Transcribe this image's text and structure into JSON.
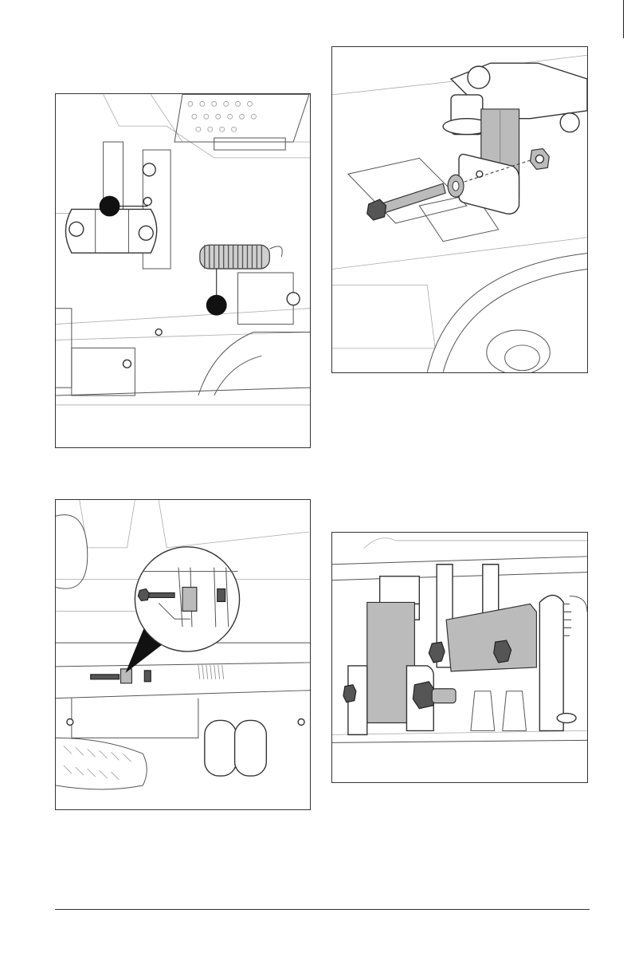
{
  "figures": [
    {
      "id": "spring-linkage",
      "callouts": [
        {
          "number": ""
        },
        {
          "number": ""
        }
      ]
    },
    {
      "id": "bolt-washer-spacer-nut"
    },
    {
      "id": "front-view-detail"
    },
    {
      "id": "installed-brackets"
    }
  ]
}
